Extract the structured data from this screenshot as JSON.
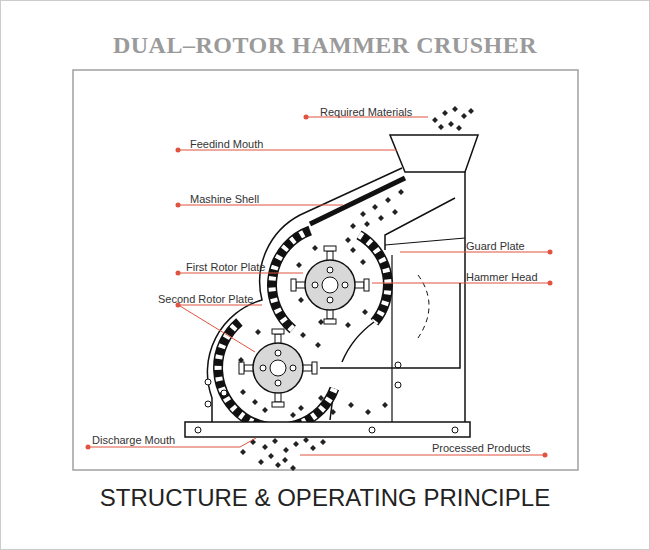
{
  "diagram": {
    "title": "DUAL–ROTOR HAMMER CRUSHER",
    "caption": "STRUCTURE & OPERATING PRINCIPLE",
    "labels": [
      "Required Materials",
      "Feedind Mouth",
      "Mashine Shell",
      "Guard Plate",
      "First Rotor Plate",
      "Hammer Head",
      "Second Rotor Plate",
      "Discharge Mouth",
      "Processed Products"
    ]
  }
}
